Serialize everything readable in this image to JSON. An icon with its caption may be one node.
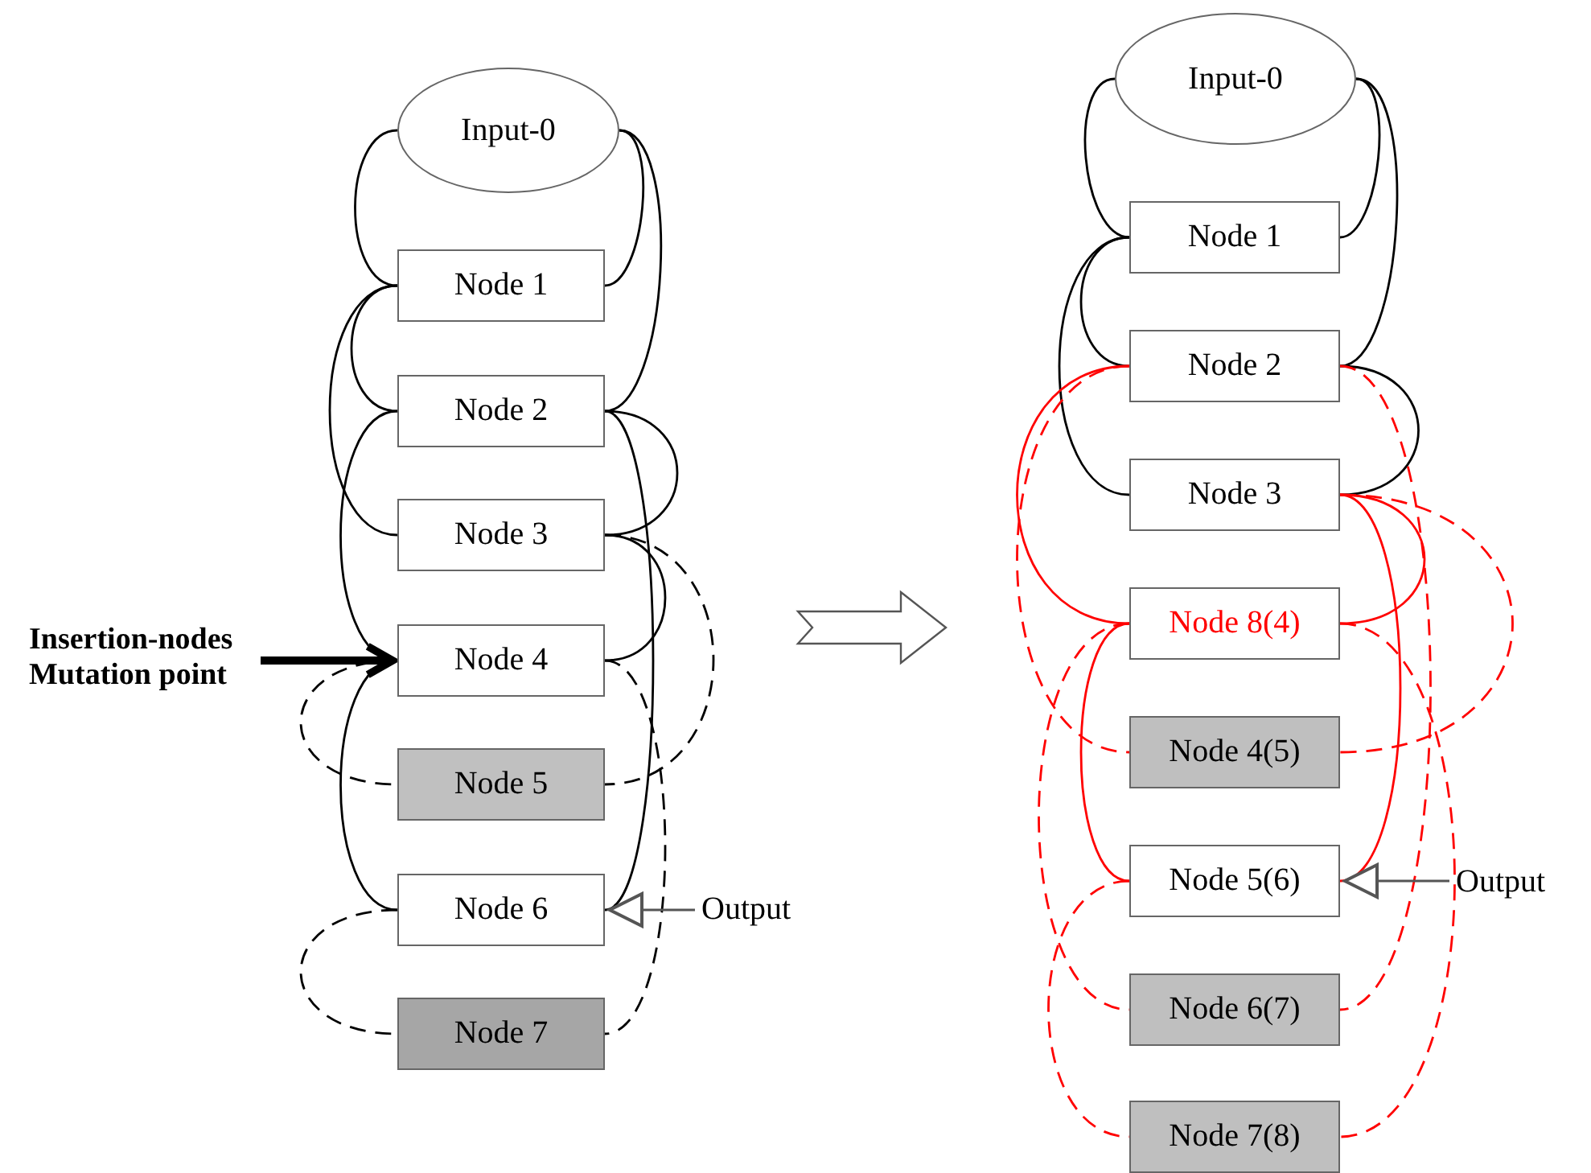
{
  "diagram": {
    "nodes": [
      {
        "text": [
          "Input-0"
        ]
      },
      {
        "text": [
          "Node 1"
        ]
      },
      {
        "text": [
          "Node 2"
        ]
      },
      {
        "text": [
          "Node 3"
        ]
      },
      {
        "text": [
          "Node 4"
        ]
      },
      {
        "text": [
          "Node 5"
        ]
      },
      {
        "text": [
          "Node 6"
        ]
      },
      {
        "text": [
          "Node 7"
        ]
      },
      {
        "text": [
          "Input-0"
        ]
      },
      {
        "text": [
          "Node 1"
        ]
      },
      {
        "text": [
          "Node 2"
        ]
      },
      {
        "text": [
          "Node 3"
        ]
      },
      {
        "text": [
          "Node 8(4)"
        ]
      },
      {
        "text": [
          "Node 4(5)"
        ]
      },
      {
        "text": [
          "Node 5(6)"
        ]
      },
      {
        "text": [
          "Node 6(7)"
        ]
      },
      {
        "text": [
          "Node 7(8)"
        ]
      },
      {
        "text": [
          "Insertion-nodes",
          "Mutation point"
        ]
      },
      {
        "text": [
          "Output"
        ]
      },
      {
        "text": [
          "Output"
        ]
      }
    ],
    "edges": [
      {
        "from": 0,
        "to": 1,
        "arrow": "none"
      },
      {
        "from": 0,
        "to": 1,
        "arrow": "none"
      },
      {
        "from": 0,
        "to": 2,
        "arrow": "none"
      },
      {
        "from": 1,
        "to": 2,
        "arrow": "none"
      },
      {
        "from": 1,
        "to": 3,
        "arrow": "none"
      },
      {
        "from": 2,
        "to": 4,
        "arrow": "none"
      },
      {
        "from": 2,
        "to": 3,
        "arrow": "none"
      },
      {
        "from": 2,
        "to": 6,
        "arrow": "none"
      },
      {
        "from": 3,
        "to": 4,
        "arrow": "none"
      },
      {
        "from": 3,
        "to": 5,
        "arrow": "none",
        "style": "dashed"
      },
      {
        "from": 4,
        "to": 5,
        "arrow": "none",
        "style": "dashed"
      },
      {
        "from": 4,
        "to": 6,
        "arrow": "none"
      },
      {
        "from": 4,
        "to": 7,
        "arrow": "none",
        "style": "dashed"
      },
      {
        "from": 6,
        "to": 7,
        "arrow": "none",
        "style": "dashed"
      },
      {
        "from": 17,
        "to": 4,
        "arrow": "to",
        "style": "thick"
      },
      {
        "from": 18,
        "to": 6,
        "arrow": "to"
      },
      {
        "from": 8,
        "to": 9,
        "arrow": "none"
      },
      {
        "from": 8,
        "to": 9,
        "arrow": "none"
      },
      {
        "from": 8,
        "to": 10,
        "arrow": "none"
      },
      {
        "from": 9,
        "to": 10,
        "arrow": "none"
      },
      {
        "from": 9,
        "to": 11,
        "arrow": "none"
      },
      {
        "from": 10,
        "to": 11,
        "arrow": "none"
      },
      {
        "from": 10,
        "to": 12,
        "arrow": "none",
        "color": "#ff0000"
      },
      {
        "from": 11,
        "to": 12,
        "arrow": "none",
        "color": "#ff0000"
      },
      {
        "from": 11,
        "to": 14,
        "arrow": "none",
        "color": "#ff0000"
      },
      {
        "from": 12,
        "to": 14,
        "arrow": "none",
        "color": "#ff0000"
      },
      {
        "from": 10,
        "to": 13,
        "arrow": "none",
        "style": "dashed",
        "color": "#ff0000"
      },
      {
        "from": 10,
        "to": 15,
        "arrow": "none",
        "style": "dashed",
        "color": "#ff0000"
      },
      {
        "from": 11,
        "to": 13,
        "arrow": "none",
        "style": "dashed",
        "color": "#ff0000"
      },
      {
        "from": 12,
        "to": 16,
        "arrow": "none",
        "style": "dashed",
        "color": "#ff0000"
      },
      {
        "from": 12,
        "to": 15,
        "arrow": "none",
        "style": "dashed",
        "color": "#ff0000"
      },
      {
        "from": 14,
        "to": 16,
        "arrow": "none",
        "style": "dashed",
        "color": "#ff0000"
      },
      {
        "from": 19,
        "to": 14,
        "arrow": "to"
      }
    ]
  }
}
